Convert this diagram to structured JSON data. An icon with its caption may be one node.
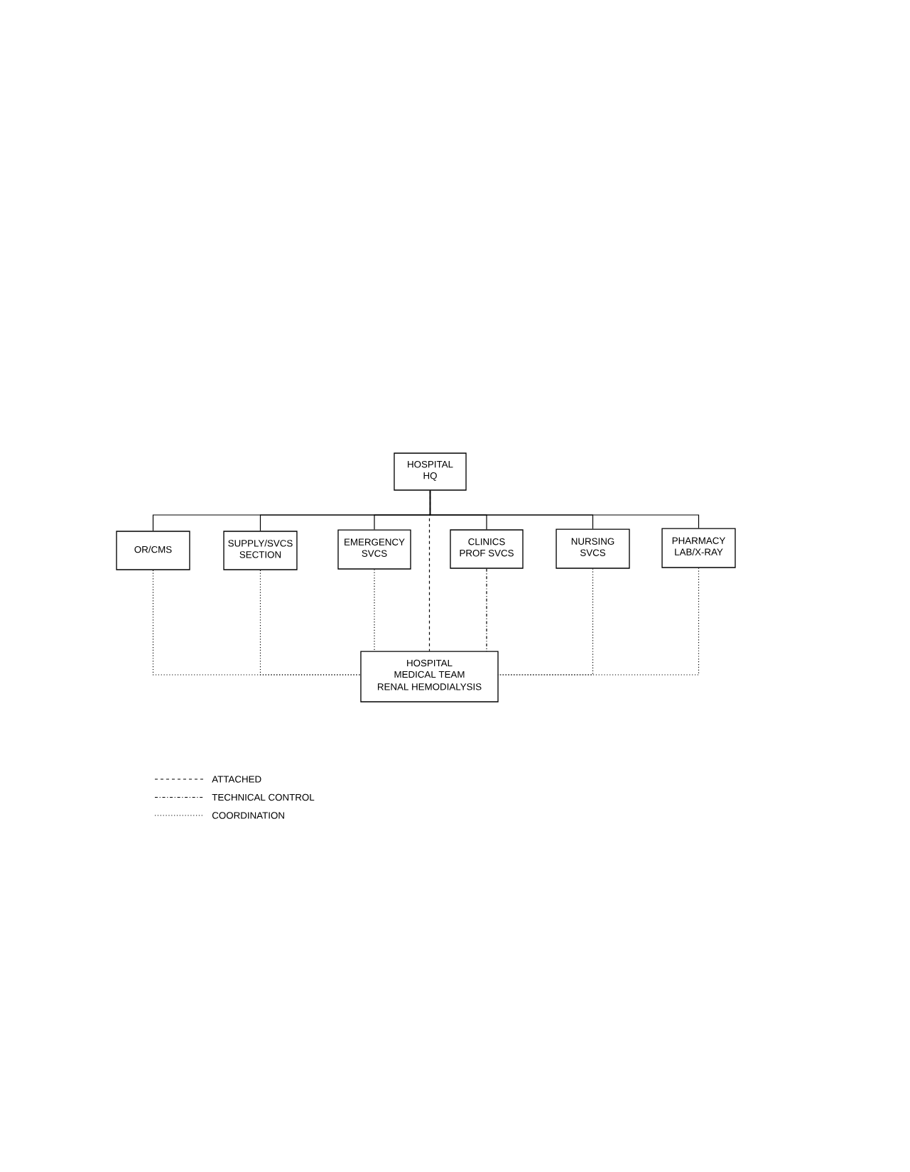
{
  "diagram": {
    "nodes": [
      {
        "text": [
          "HOSPITAL HQ"
        ]
      },
      {
        "text": [
          "OR/CMS"
        ]
      },
      {
        "text": [
          "SUPPLY/SVCS SECTION"
        ]
      },
      {
        "text": [
          "EMERGENCY SVCS"
        ]
      },
      {
        "text": [
          "CLINICS PROF SVCS"
        ]
      },
      {
        "text": [
          "NURSING SVCS"
        ]
      },
      {
        "text": [
          "PHARMACY LAB/X-RAY"
        ]
      },
      {
        "text": [
          "HOSPITAL MEDICAL TEAM",
          "RENAL HEMODIALYSIS"
        ]
      }
    ],
    "edges": [
      {
        "from": 0,
        "to": 7,
        "arrow": "none",
        "style": "dashed"
      },
      {
        "from": 0,
        "to": 1,
        "arrow": "none"
      },
      {
        "from": 0,
        "to": 2,
        "arrow": "none"
      },
      {
        "from": 0,
        "to": 3,
        "arrow": "none"
      },
      {
        "from": 0,
        "to": 4,
        "arrow": "none"
      },
      {
        "from": 0,
        "to": 5,
        "arrow": "none"
      },
      {
        "from": 0,
        "to": 6,
        "arrow": "none"
      },
      {
        "from": 1,
        "to": 7,
        "arrow": "none",
        "style": "dashed"
      },
      {
        "from": 2,
        "to": 7,
        "arrow": "none",
        "style": "dashed"
      },
      {
        "from": 3,
        "to": 7,
        "arrow": "none",
        "style": "dashed"
      },
      {
        "from": 4,
        "to": 7,
        "arrow": "none",
        "style": "dashed"
      },
      {
        "from": 5,
        "to": 7,
        "arrow": "none",
        "style": "dashed"
      },
      {
        "from": 6,
        "to": 7,
        "arrow": "none",
        "style": "dashed"
      }
    ],
    "legend": [
      {
        "text": "ATTACHED"
      },
      {
        "text": "TECHNICAL CONTROL"
      },
      {
        "text": "COORDINATION"
      }
    ]
  }
}
